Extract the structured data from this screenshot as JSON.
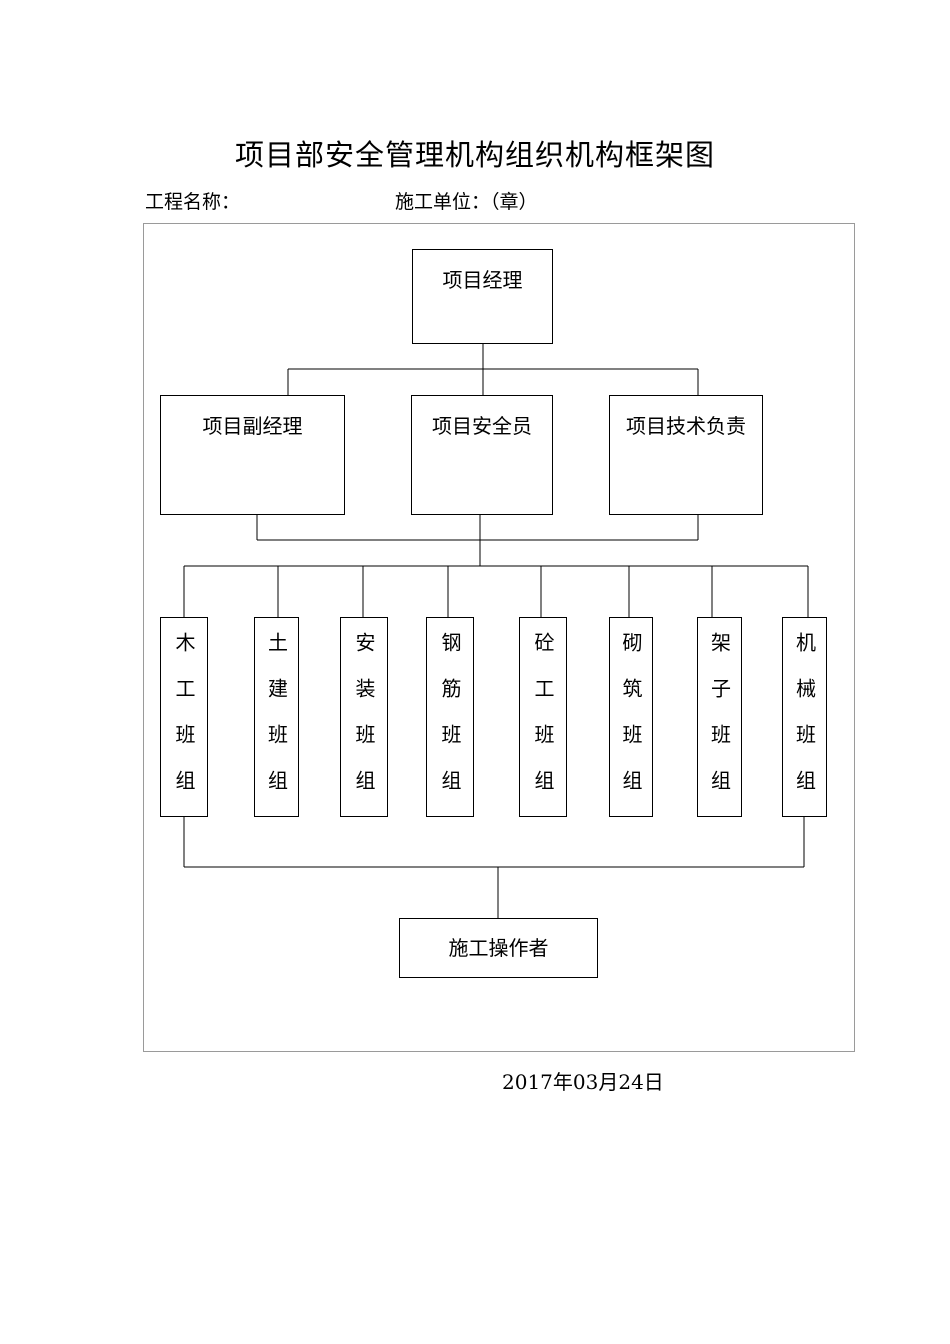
{
  "document": {
    "title": "项目部安全管理机构组织机构框架图",
    "project_name_label": "工程名称：",
    "unit_label": "施工单位：（章）",
    "date": "2017年03月24日"
  },
  "chart": {
    "top": "项目经理",
    "second_level": [
      "项目副经理",
      "项目安全员",
      "项目技术负责"
    ],
    "teams": [
      "木工班组",
      "土建班组",
      "安装班组",
      "钢筋班组",
      "砼工班组",
      "砌筑班组",
      "架子班组",
      "机械班组"
    ],
    "bottom": "施工操作者"
  }
}
